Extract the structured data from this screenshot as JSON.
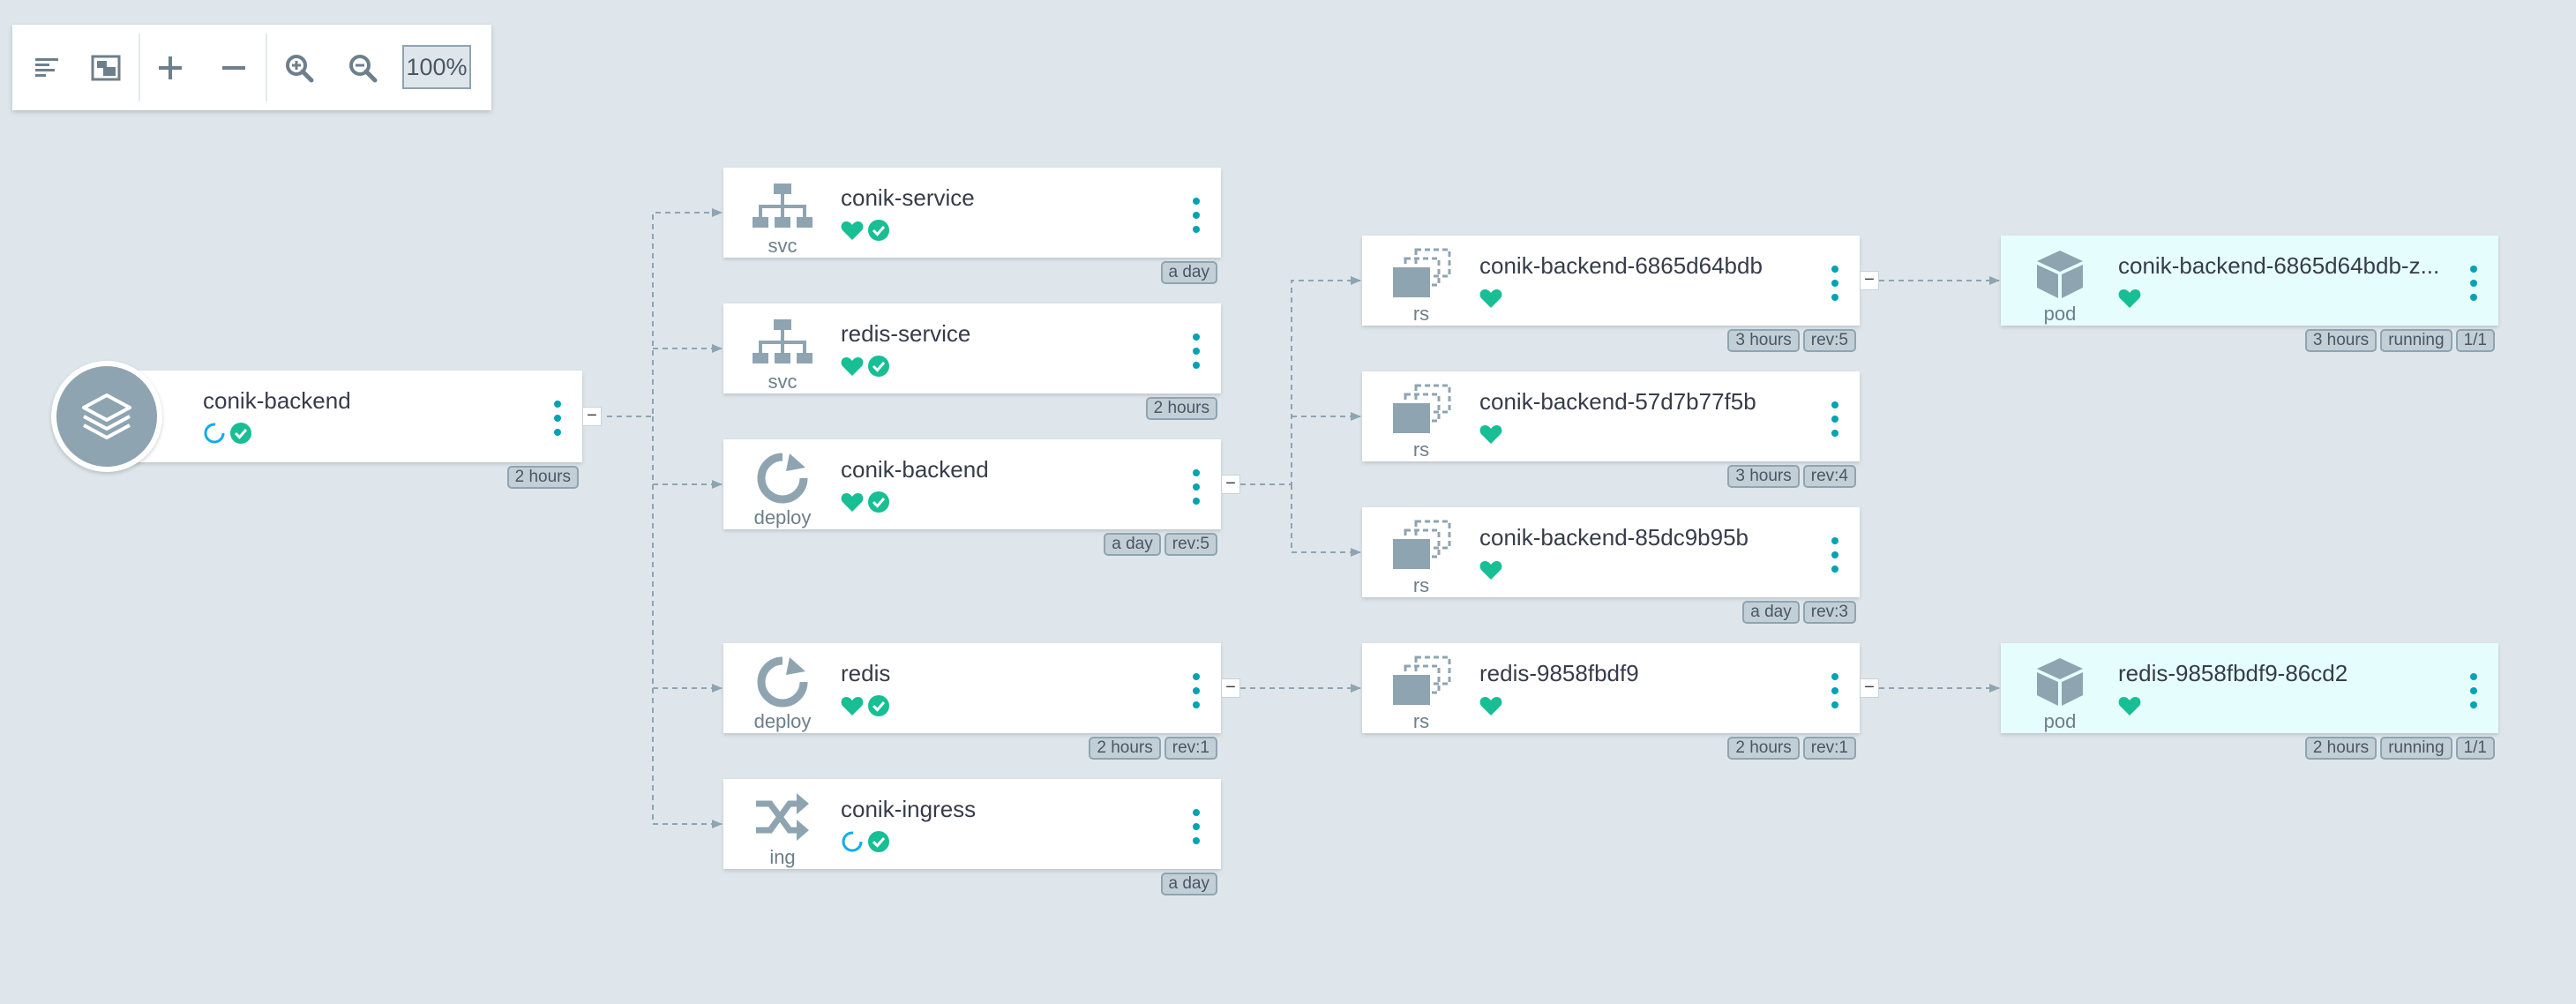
{
  "toolbar": {
    "zoom_level": "100%",
    "buttons": [
      "align-left-icon",
      "fit-to-screen-icon",
      "expand-all-icon",
      "collapse-all-icon",
      "zoom-in-icon",
      "zoom-out-icon"
    ]
  },
  "colors": {
    "background": "#dee6eb",
    "healthy": "#18be94",
    "progressing": "#0dadea",
    "accent": "#00a2b3",
    "icon_gray": "#8fa4b1",
    "pod_bg": "#e6fdfd"
  },
  "app": {
    "name": "conik-backend",
    "status_icons": [
      "progressing-icon",
      "synced-icon"
    ],
    "tags": [
      "2 hours"
    ]
  },
  "nodes": {
    "svc_conik": {
      "kind": "svc",
      "name": "conik-service",
      "status_icons": [
        "healthy-heart-icon",
        "synced-icon"
      ],
      "tags": [
        "a day"
      ]
    },
    "svc_redis": {
      "kind": "svc",
      "name": "redis-service",
      "status_icons": [
        "healthy-heart-icon",
        "synced-icon"
      ],
      "tags": [
        "2 hours"
      ]
    },
    "deploy_conik": {
      "kind": "deploy",
      "name": "conik-backend",
      "status_icons": [
        "healthy-heart-icon",
        "synced-icon"
      ],
      "tags": [
        "a day",
        "rev:5"
      ]
    },
    "deploy_redis": {
      "kind": "deploy",
      "name": "redis",
      "status_icons": [
        "healthy-heart-icon",
        "synced-icon"
      ],
      "tags": [
        "2 hours",
        "rev:1"
      ]
    },
    "ing_conik": {
      "kind": "ing",
      "name": "conik-ingress",
      "status_icons": [
        "progressing-icon",
        "synced-icon"
      ],
      "tags": [
        "a day"
      ]
    },
    "rs_6865": {
      "kind": "rs",
      "name": "conik-backend-6865d64bdb",
      "status_icons": [
        "healthy-heart-icon"
      ],
      "tags": [
        "3 hours",
        "rev:5"
      ]
    },
    "rs_57d7": {
      "kind": "rs",
      "name": "conik-backend-57d7b77f5b",
      "status_icons": [
        "healthy-heart-icon"
      ],
      "tags": [
        "3 hours",
        "rev:4"
      ]
    },
    "rs_85dc": {
      "kind": "rs",
      "name": "conik-backend-85dc9b95b",
      "status_icons": [
        "healthy-heart-icon"
      ],
      "tags": [
        "a day",
        "rev:3"
      ]
    },
    "rs_redis": {
      "kind": "rs",
      "name": "redis-9858fbdf9",
      "status_icons": [
        "healthy-heart-icon"
      ],
      "tags": [
        "2 hours",
        "rev:1"
      ]
    },
    "pod_conik": {
      "kind": "pod",
      "name": "conik-backend-6865d64bdb-z...",
      "status_icons": [
        "healthy-heart-icon"
      ],
      "tags": [
        "3 hours",
        "running",
        "1/1"
      ]
    },
    "pod_redis": {
      "kind": "pod",
      "name": "redis-9858fbdf9-86cd2",
      "status_icons": [
        "healthy-heart-icon"
      ],
      "tags": [
        "2 hours",
        "running",
        "1/1"
      ]
    }
  },
  "collapse_label": "−"
}
